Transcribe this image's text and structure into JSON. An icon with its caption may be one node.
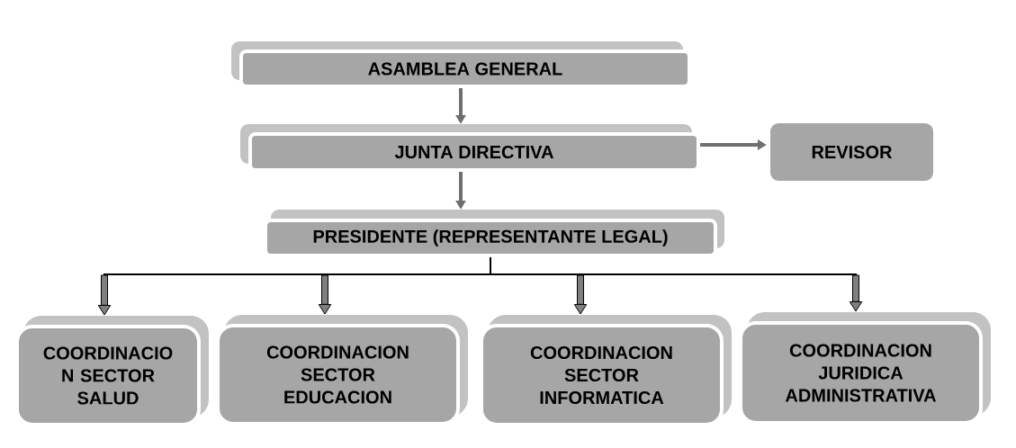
{
  "diagram": {
    "nodes": [
      {
        "text": [
          "ASAMBLEA GENERAL"
        ]
      },
      {
        "text": [
          "JUNTA DIRECTIVA"
        ]
      },
      {
        "text": [
          "REVISOR"
        ]
      },
      {
        "text": [
          "PRESIDENTE (REPRESENTANTE LEGAL)"
        ]
      },
      {
        "text": [
          "COORDINACIO N SECTOR SALUD"
        ]
      },
      {
        "text": [
          "COORDINACION SECTOR EDUCACION"
        ]
      },
      {
        "text": [
          "COORDINACION SECTOR INFORMATICA"
        ]
      },
      {
        "text": [
          "COORDINACION JURIDICA ADMINISTRATIVA"
        ]
      }
    ],
    "edges": [
      {
        "from": 0,
        "to": 1,
        "arrow": "to",
        "style": "thick",
        "color": "#6f6f6f"
      },
      {
        "from": 1,
        "to": 2,
        "arrow": "to",
        "style": "thick",
        "color": "#6f6f6f"
      },
      {
        "from": 1,
        "to": 3,
        "arrow": "to",
        "style": "thick",
        "color": "#6f6f6f"
      },
      {
        "from": 3,
        "to": 4,
        "arrow": "to"
      },
      {
        "from": 3,
        "to": 5,
        "arrow": "to"
      },
      {
        "from": 3,
        "to": 6,
        "arrow": "to"
      },
      {
        "from": 3,
        "to": 7,
        "arrow": "to"
      }
    ]
  }
}
